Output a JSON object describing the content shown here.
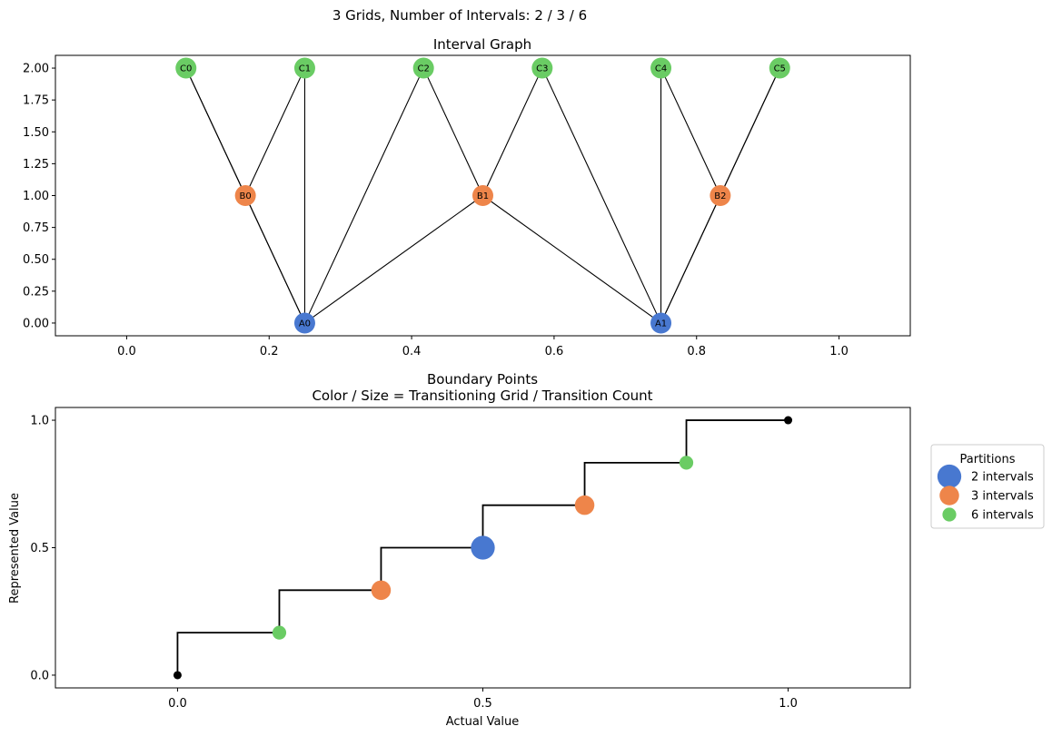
{
  "suptitle": "3 Grids, Number of Intervals: 2 / 3 / 6",
  "colors": {
    "grid2": "#4878d0",
    "grid3": "#ee854a",
    "grid6": "#6acc64",
    "edge": "#000000",
    "step": "#000000"
  },
  "chart_data": [
    {
      "type": "graph",
      "title": "Interval Graph",
      "xlim": [
        -0.1,
        1.1
      ],
      "ylim": [
        -0.1,
        2.1
      ],
      "xticks": [
        0.0,
        0.2,
        0.4,
        0.6,
        0.8,
        1.0
      ],
      "xtick_labels": [
        "0.0",
        "0.2",
        "0.4",
        "0.6",
        "0.8",
        "1.0"
      ],
      "yticks": [
        0.0,
        0.25,
        0.5,
        0.75,
        1.0,
        1.25,
        1.5,
        1.75,
        2.0
      ],
      "ytick_labels": [
        "0.00",
        "0.25",
        "0.50",
        "0.75",
        "1.00",
        "1.25",
        "1.50",
        "1.75",
        "2.00"
      ],
      "nodes": [
        {
          "id": "A0",
          "x": 0.25,
          "y": 0,
          "group": "grid2"
        },
        {
          "id": "A1",
          "x": 0.75,
          "y": 0,
          "group": "grid2"
        },
        {
          "id": "B0",
          "x": 0.1667,
          "y": 1,
          "group": "grid3"
        },
        {
          "id": "B1",
          "x": 0.5,
          "y": 1,
          "group": "grid3"
        },
        {
          "id": "B2",
          "x": 0.8333,
          "y": 1,
          "group": "grid3"
        },
        {
          "id": "C0",
          "x": 0.0833,
          "y": 2,
          "group": "grid6"
        },
        {
          "id": "C1",
          "x": 0.25,
          "y": 2,
          "group": "grid6"
        },
        {
          "id": "C2",
          "x": 0.4167,
          "y": 2,
          "group": "grid6"
        },
        {
          "id": "C3",
          "x": 0.5833,
          "y": 2,
          "group": "grid6"
        },
        {
          "id": "C4",
          "x": 0.75,
          "y": 2,
          "group": "grid6"
        },
        {
          "id": "C5",
          "x": 0.9167,
          "y": 2,
          "group": "grid6"
        }
      ],
      "edges": [
        [
          "C0",
          "B0"
        ],
        [
          "C0",
          "A0"
        ],
        [
          "C1",
          "B0"
        ],
        [
          "C1",
          "A0"
        ],
        [
          "B0",
          "A0"
        ],
        [
          "C2",
          "A0"
        ],
        [
          "C2",
          "B1"
        ],
        [
          "C3",
          "B1"
        ],
        [
          "C3",
          "A1"
        ],
        [
          "B1",
          "A0"
        ],
        [
          "B1",
          "A1"
        ],
        [
          "C4",
          "A1"
        ],
        [
          "C4",
          "B2"
        ],
        [
          "C5",
          "B2"
        ],
        [
          "C5",
          "A1"
        ],
        [
          "B2",
          "A1"
        ]
      ]
    },
    {
      "type": "step",
      "title": "Boundary Points",
      "subtitle": "Color / Size = Transitioning Grid / Transition Count",
      "xlabel": "Actual Value",
      "ylabel": "Represented Value",
      "xlim": [
        -0.2,
        1.2
      ],
      "ylim": [
        -0.05,
        1.05
      ],
      "xticks": [
        0.0,
        0.5,
        1.0
      ],
      "xtick_labels": [
        "0.0",
        "0.5",
        "1.0"
      ],
      "yticks": [
        0.0,
        0.5,
        1.0
      ],
      "ytick_labels": [
        "0.0",
        "0.5",
        "1.0"
      ],
      "step_points": [
        {
          "x": 0.0,
          "y": 0.0
        },
        {
          "x": 0.0,
          "y": 0.1667
        },
        {
          "x": 0.1667,
          "y": 0.1667
        },
        {
          "x": 0.1667,
          "y": 0.3333
        },
        {
          "x": 0.3333,
          "y": 0.3333
        },
        {
          "x": 0.3333,
          "y": 0.5
        },
        {
          "x": 0.5,
          "y": 0.5
        },
        {
          "x": 0.5,
          "y": 0.6667
        },
        {
          "x": 0.6667,
          "y": 0.6667
        },
        {
          "x": 0.6667,
          "y": 0.8333
        },
        {
          "x": 0.8333,
          "y": 0.8333
        },
        {
          "x": 0.8333,
          "y": 1.0
        },
        {
          "x": 1.0,
          "y": 1.0
        }
      ],
      "endpoints": [
        {
          "x": 0.0,
          "y": 0.0
        },
        {
          "x": 1.0,
          "y": 1.0
        }
      ],
      "boundary_points": [
        {
          "x": 0.1667,
          "y": 0.1667,
          "group": "grid6",
          "count": 1
        },
        {
          "x": 0.3333,
          "y": 0.3333,
          "group": "grid3",
          "count": 2
        },
        {
          "x": 0.5,
          "y": 0.5,
          "group": "grid2",
          "count": 3
        },
        {
          "x": 0.6667,
          "y": 0.6667,
          "group": "grid3",
          "count": 2
        },
        {
          "x": 0.8333,
          "y": 0.8333,
          "group": "grid6",
          "count": 1
        }
      ],
      "legend": {
        "title": "Partitions",
        "placement": "outside-right",
        "entries": [
          {
            "label": "2 intervals",
            "group": "grid2",
            "count": 3
          },
          {
            "label": "3 intervals",
            "group": "grid3",
            "count": 2
          },
          {
            "label": "6 intervals",
            "group": "grid6",
            "count": 1
          }
        ]
      }
    }
  ]
}
